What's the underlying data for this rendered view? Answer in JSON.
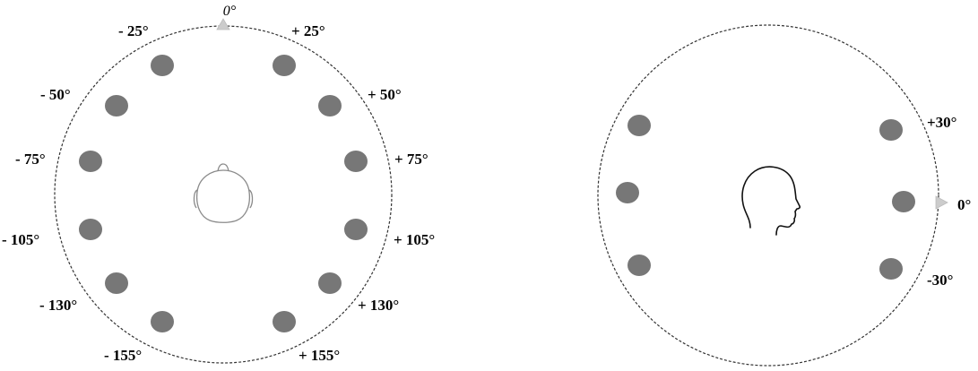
{
  "colors": {
    "speaker": "#777777",
    "marker": "#cccccc",
    "ring": "#333333",
    "head_left": "#8a8a8a",
    "head_right": "#111111"
  },
  "left_panel": {
    "top_label": "0°",
    "labels": {
      "m25": "- 25°",
      "p25": "+ 25°",
      "m50": "- 50°",
      "p50": "+ 50°",
      "m75": "- 75°",
      "p75": "+ 75°",
      "m105": "- 105°",
      "p105": "+ 105°",
      "m130": "- 130°",
      "p130": "+ 130°",
      "m155": "- 155°",
      "p155": "+ 155°"
    },
    "head_icon": "head-top-view-icon"
  },
  "right_panel": {
    "labels": {
      "p30": "+30°",
      "zero": "0°",
      "m30": "-30°"
    },
    "head_icon": "head-profile-icon"
  }
}
